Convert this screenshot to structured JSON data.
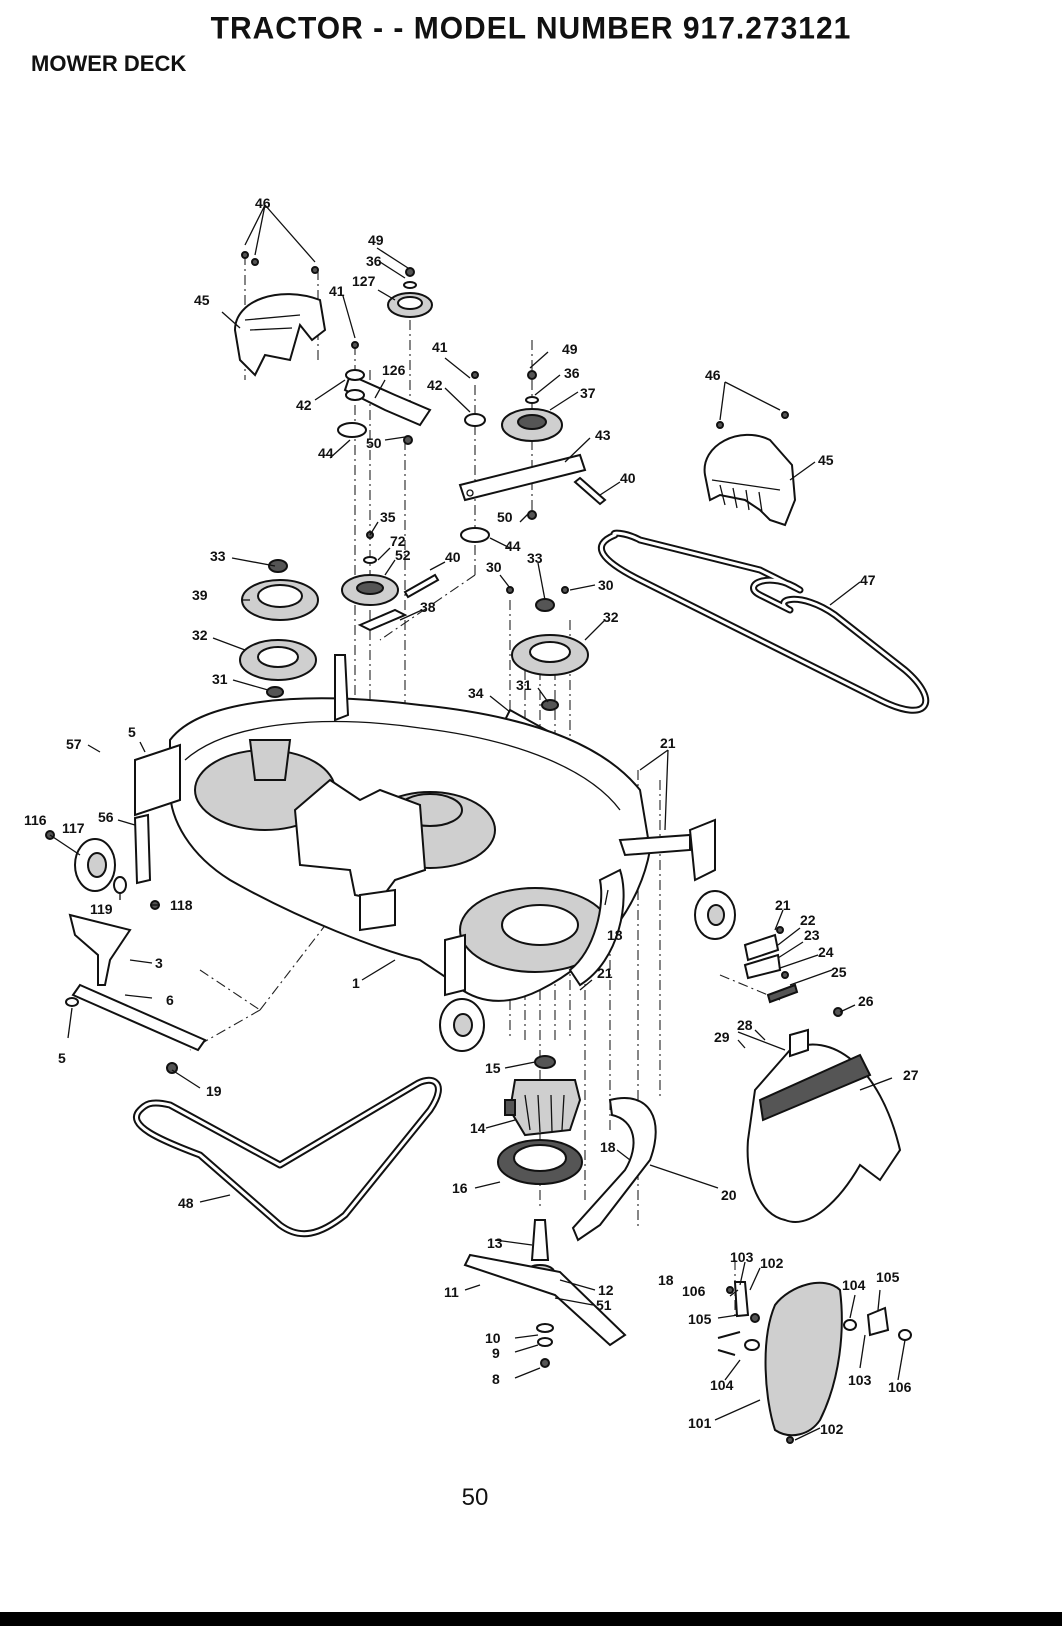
{
  "header": {
    "title": "TRACTOR - - MODEL NUMBER 917.273121",
    "section": "MOWER DECK"
  },
  "page_number": "50",
  "callouts": [
    {
      "id": "c46a",
      "text": "46"
    },
    {
      "id": "c49a",
      "text": "49"
    },
    {
      "id": "c36a",
      "text": "36"
    },
    {
      "id": "c127",
      "text": "127"
    },
    {
      "id": "c41a",
      "text": "41"
    },
    {
      "id": "c45a",
      "text": "45"
    },
    {
      "id": "c126",
      "text": "126"
    },
    {
      "id": "c42a",
      "text": "42"
    },
    {
      "id": "c50a",
      "text": "50"
    },
    {
      "id": "c44a",
      "text": "44"
    },
    {
      "id": "c41b",
      "text": "41"
    },
    {
      "id": "c42b",
      "text": "42"
    },
    {
      "id": "c49b",
      "text": "49"
    },
    {
      "id": "c36b",
      "text": "36"
    },
    {
      "id": "c37",
      "text": "37"
    },
    {
      "id": "c43",
      "text": "43"
    },
    {
      "id": "c40a",
      "text": "40"
    },
    {
      "id": "c46b",
      "text": "46"
    },
    {
      "id": "c45b",
      "text": "45"
    },
    {
      "id": "c35",
      "text": "35"
    },
    {
      "id": "c72",
      "text": "72"
    },
    {
      "id": "c52",
      "text": "52"
    },
    {
      "id": "c40b",
      "text": "40"
    },
    {
      "id": "c50b",
      "text": "50"
    },
    {
      "id": "c44b",
      "text": "44"
    },
    {
      "id": "c30a",
      "text": "30"
    },
    {
      "id": "c33a",
      "text": "33"
    },
    {
      "id": "c30b",
      "text": "30"
    },
    {
      "id": "c33b",
      "text": "33"
    },
    {
      "id": "c47",
      "text": "47"
    },
    {
      "id": "c39",
      "text": "39"
    },
    {
      "id": "c38",
      "text": "38"
    },
    {
      "id": "c32a",
      "text": "32"
    },
    {
      "id": "c32b",
      "text": "32"
    },
    {
      "id": "c31a",
      "text": "31"
    },
    {
      "id": "c34",
      "text": "34"
    },
    {
      "id": "c31b",
      "text": "31"
    },
    {
      "id": "c57",
      "text": "57"
    },
    {
      "id": "c5a",
      "text": "5"
    },
    {
      "id": "c21a",
      "text": "21"
    },
    {
      "id": "c116",
      "text": "116"
    },
    {
      "id": "c117",
      "text": "117"
    },
    {
      "id": "c56",
      "text": "56"
    },
    {
      "id": "c119",
      "text": "119"
    },
    {
      "id": "c118",
      "text": "118"
    },
    {
      "id": "c18a",
      "text": "18"
    },
    {
      "id": "c21b",
      "text": "21"
    },
    {
      "id": "c21c",
      "text": "21"
    },
    {
      "id": "c22",
      "text": "22"
    },
    {
      "id": "c23",
      "text": "23"
    },
    {
      "id": "c24",
      "text": "24"
    },
    {
      "id": "c25",
      "text": "25"
    },
    {
      "id": "c3",
      "text": "3"
    },
    {
      "id": "c1",
      "text": "1"
    },
    {
      "id": "c6",
      "text": "6"
    },
    {
      "id": "c5b",
      "text": "5"
    },
    {
      "id": "c26",
      "text": "26"
    },
    {
      "id": "c28",
      "text": "28"
    },
    {
      "id": "c29",
      "text": "29"
    },
    {
      "id": "c27",
      "text": "27"
    },
    {
      "id": "c15",
      "text": "15"
    },
    {
      "id": "c19",
      "text": "19"
    },
    {
      "id": "c14",
      "text": "14"
    },
    {
      "id": "c18b",
      "text": "18"
    },
    {
      "id": "c20",
      "text": "20"
    },
    {
      "id": "c16",
      "text": "16"
    },
    {
      "id": "c48",
      "text": "48"
    },
    {
      "id": "c13",
      "text": "13"
    },
    {
      "id": "c103a",
      "text": "103"
    },
    {
      "id": "c102a",
      "text": "102"
    },
    {
      "id": "c12",
      "text": "12"
    },
    {
      "id": "c51",
      "text": "51"
    },
    {
      "id": "c11",
      "text": "11"
    },
    {
      "id": "c18c",
      "text": "18"
    },
    {
      "id": "c106a",
      "text": "106"
    },
    {
      "id": "c104a",
      "text": "104"
    },
    {
      "id": "c105a",
      "text": "105"
    },
    {
      "id": "c105b",
      "text": "105"
    },
    {
      "id": "c10",
      "text": "10"
    },
    {
      "id": "c9",
      "text": "9"
    },
    {
      "id": "c8",
      "text": "8"
    },
    {
      "id": "c104b",
      "text": "104"
    },
    {
      "id": "c103b",
      "text": "103"
    },
    {
      "id": "c106b",
      "text": "106"
    },
    {
      "id": "c101",
      "text": "101"
    },
    {
      "id": "c102b",
      "text": "102"
    }
  ]
}
